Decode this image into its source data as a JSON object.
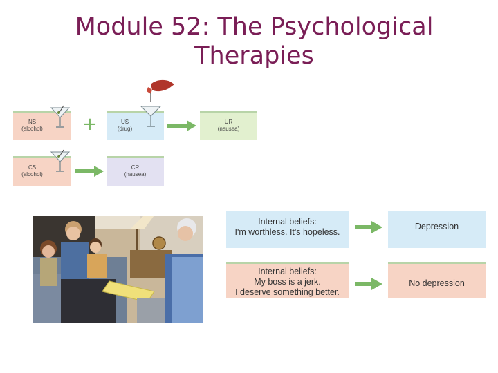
{
  "slide": {
    "title_line1": "Module 52: The Psychological",
    "title_line2": "Therapies"
  },
  "conditioning": {
    "ns": {
      "abbr": "NS",
      "desc": "(alcohol)"
    },
    "us": {
      "abbr": "US",
      "desc": "(drug)"
    },
    "ur": {
      "abbr": "UR",
      "desc": "(nausea)"
    },
    "cs": {
      "abbr": "CS",
      "desc": "(alcohol)"
    },
    "cr": {
      "abbr": "CR",
      "desc": "(nausea)"
    },
    "plus_symbol": "+"
  },
  "beliefs": {
    "row1": {
      "line1": "Internal beliefs:",
      "line2": "I'm worthless. It's hopeless.",
      "outcome": "Depression"
    },
    "row2": {
      "line1": "Internal beliefs:",
      "line2": "My boss is a jerk.",
      "line3": "I deserve something better.",
      "outcome": "No depression"
    }
  },
  "colors": {
    "title": "#7a1e56",
    "arrow_green": "#7bb866",
    "pink_box": "#f7d4c5",
    "blue_box": "#d6ebf7",
    "green_box": "#e2f0cf",
    "lavender_box": "#e3e1f2"
  }
}
